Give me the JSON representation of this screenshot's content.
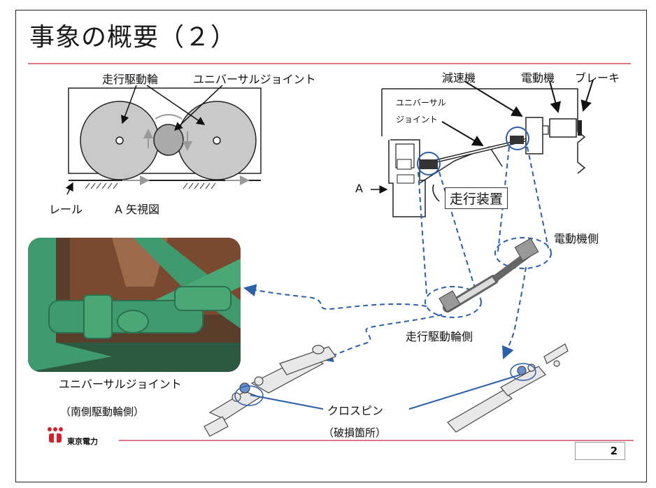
{
  "title": "事象の概要（２）",
  "left_diagram": {
    "wheel_label": "走行駆動輪",
    "joint_label": "ユニバーサルジョイント",
    "rail_label": "レール",
    "view_label": "A 矢視図"
  },
  "right_diagram": {
    "reducer_label": "減速機",
    "motor_label": "電動機",
    "brake_label": "ブレーキ",
    "joint_label_line1": "ユニバーサル",
    "joint_label_line2": "ジョイント",
    "a_label": "A",
    "device_label": "走行装置"
  },
  "lower": {
    "motor_side_label": "電動機側",
    "wheel_side_label": "走行駆動輪側",
    "photo_caption": "ユニバーサルジョイント",
    "photo_subcaption": "（南側駆動輪側）",
    "crosspin_label": "クロスピン",
    "damage_label": "（破損箇所）"
  },
  "footer": {
    "company": "東京電力",
    "page_number": "2"
  },
  "colors": {
    "rule": "#e0788a",
    "dashed_arrow": "#2b5fab",
    "photo_green": "#3f9a6e",
    "wheel_gray": "#c9c9c9"
  }
}
